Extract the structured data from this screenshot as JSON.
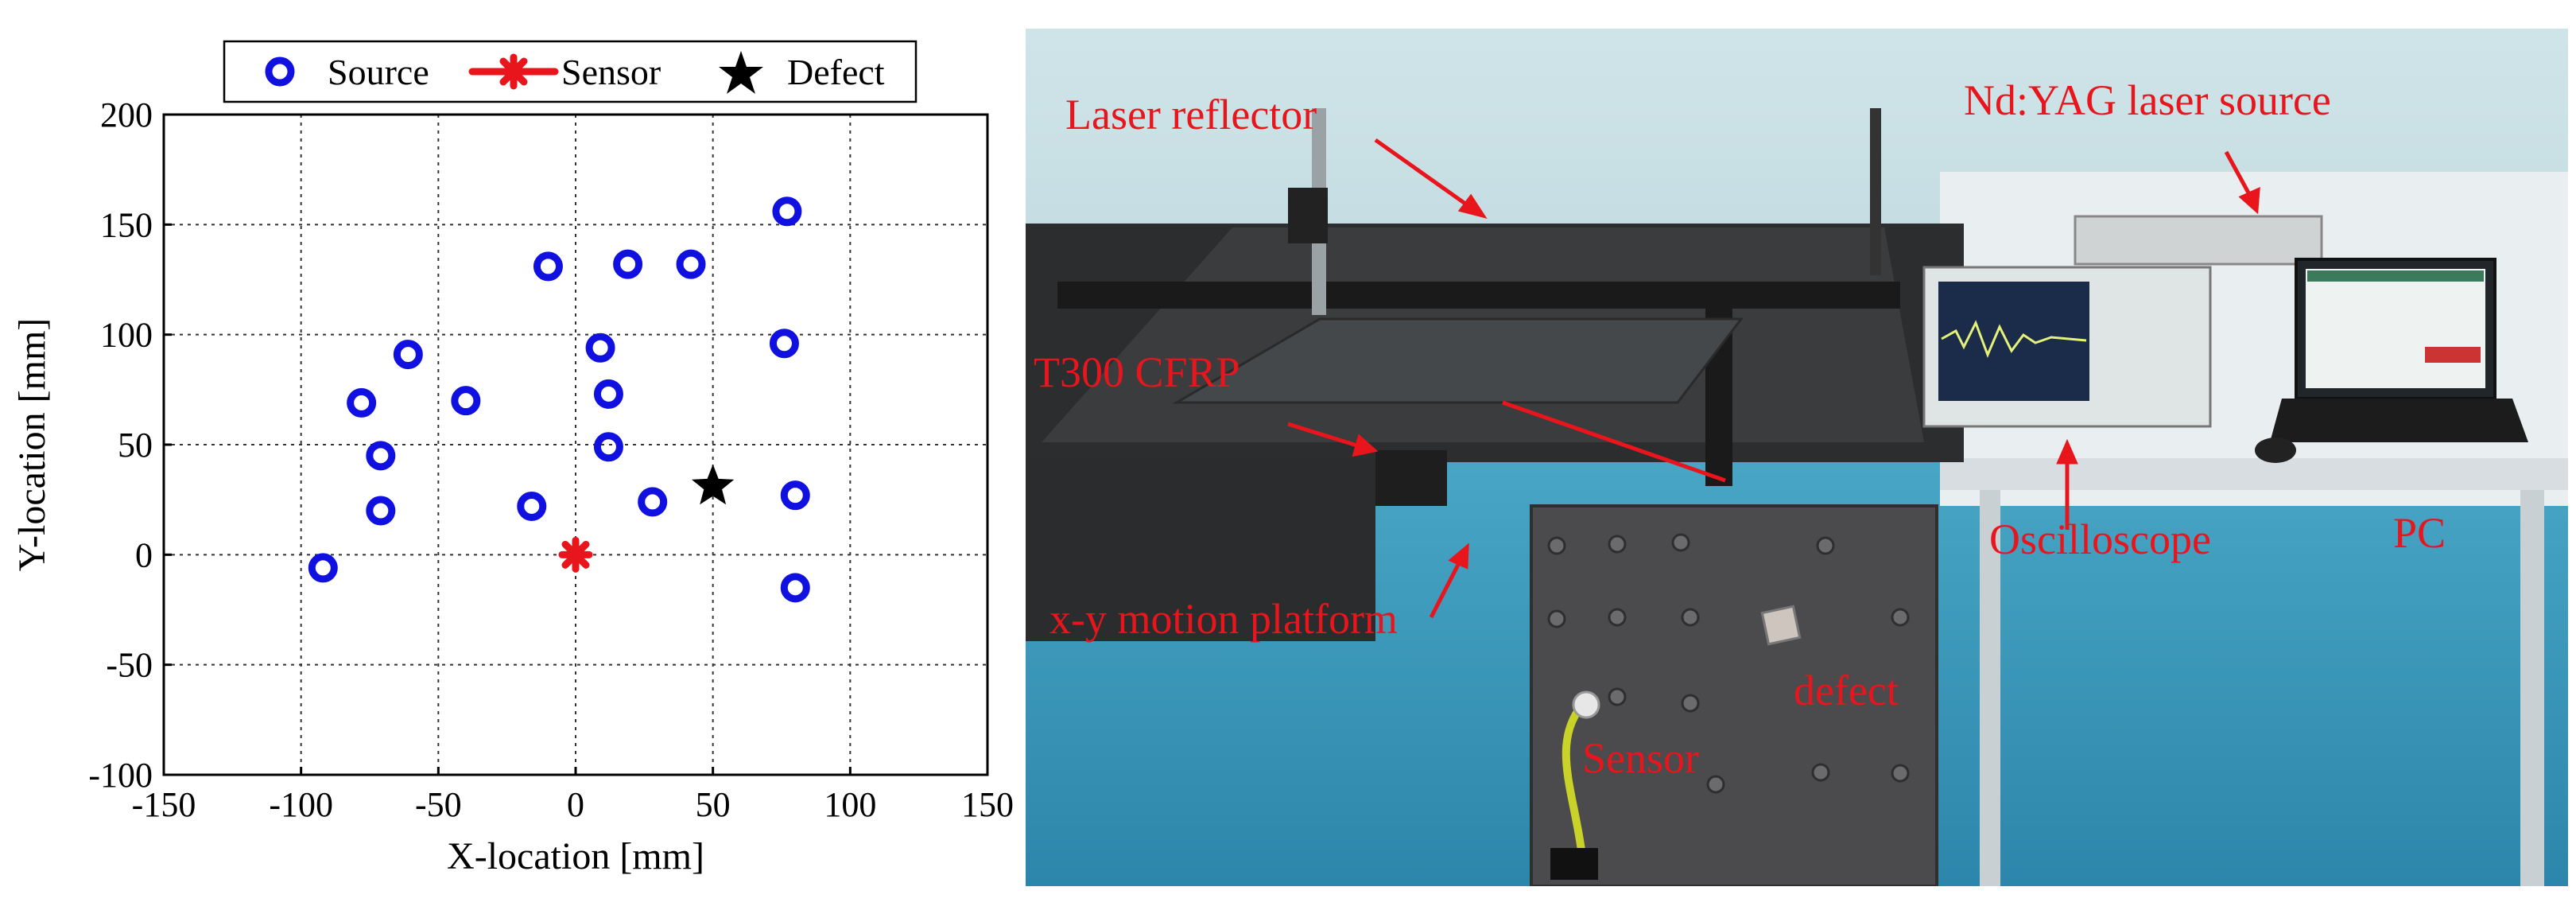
{
  "chart_data": {
    "type": "scatter",
    "xlabel": "X-location [mm]",
    "ylabel": "Y-location [mm]",
    "xlim": [
      -150,
      150
    ],
    "ylim": [
      -100,
      200
    ],
    "xticks": [
      "-150",
      "-100",
      "-50",
      "0",
      "50",
      "100",
      "150"
    ],
    "yticks": [
      "-100",
      "-50",
      "0",
      "50",
      "100",
      "150",
      "200"
    ],
    "grid": true,
    "legend_position": "top-center",
    "series": [
      {
        "name": "Source",
        "marker": "ring",
        "color": "#1010e0",
        "points": [
          {
            "x": -92,
            "y": -6
          },
          {
            "x": -78,
            "y": 69
          },
          {
            "x": -71,
            "y": 45
          },
          {
            "x": -71,
            "y": 20
          },
          {
            "x": -61,
            "y": 91
          },
          {
            "x": -40,
            "y": 70
          },
          {
            "x": -16,
            "y": 22
          },
          {
            "x": -10,
            "y": 131
          },
          {
            "x": 9,
            "y": 94
          },
          {
            "x": 12,
            "y": 73
          },
          {
            "x": 12,
            "y": 49
          },
          {
            "x": 19,
            "y": 132
          },
          {
            "x": 28,
            "y": 24
          },
          {
            "x": 42,
            "y": 132
          },
          {
            "x": 76,
            "y": 96
          },
          {
            "x": 77,
            "y": 156
          },
          {
            "x": 80,
            "y": 27
          },
          {
            "x": 80,
            "y": -15
          }
        ]
      },
      {
        "name": "Sensor",
        "marker": "asterisk",
        "color": "#e8161c",
        "points": [
          {
            "x": 0,
            "y": 0
          }
        ]
      },
      {
        "name": "Defect",
        "marker": "star",
        "color": "#000000",
        "points": [
          {
            "x": 50,
            "y": 31
          }
        ]
      }
    ]
  },
  "photo": {
    "labels": {
      "laser_reflector": "Laser reflector",
      "laser_source": "Nd:YAG laser source",
      "cfrp": "T300 CFRP",
      "oscilloscope": "Oscilloscope",
      "pc": "PC",
      "motion_platform": "x-y motion platform",
      "defect": "defect",
      "sensor": "Sensor"
    }
  }
}
